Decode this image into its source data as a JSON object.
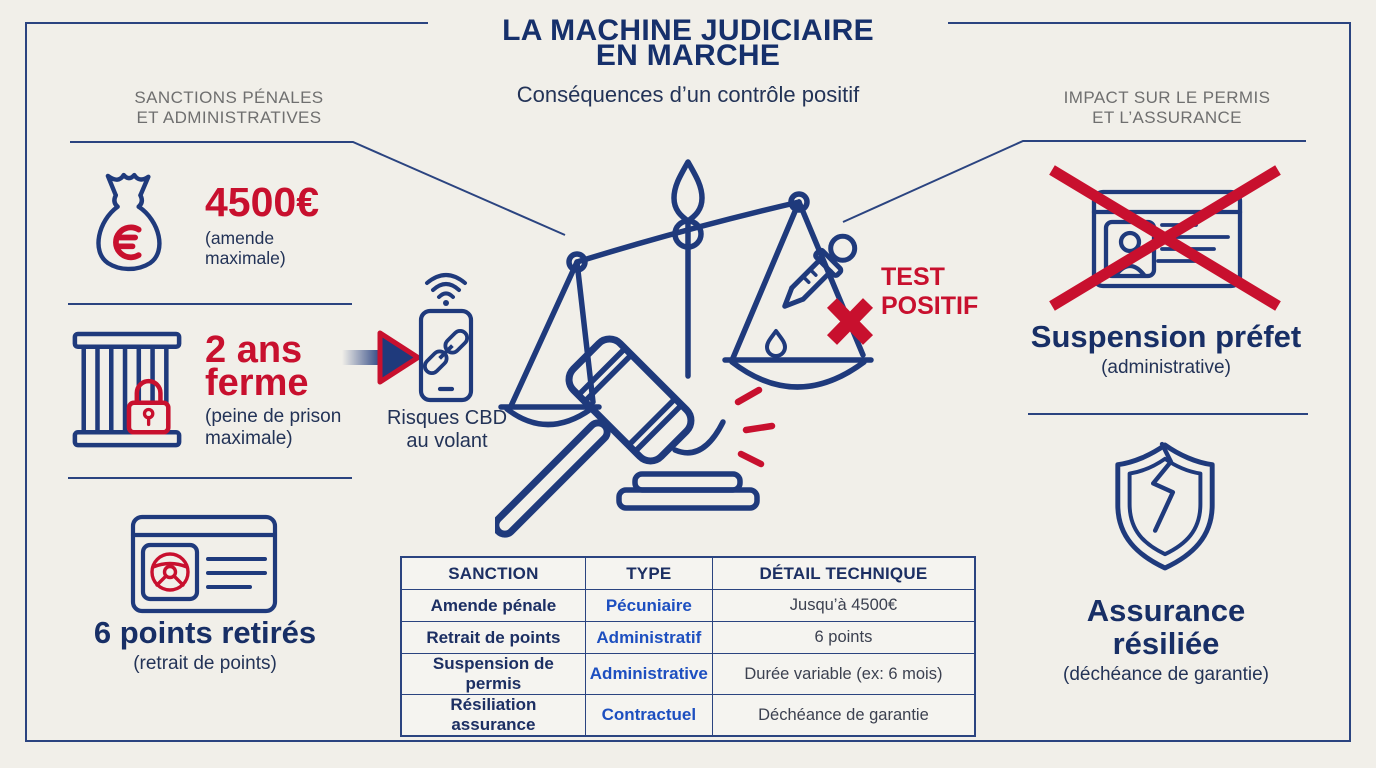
{
  "meta": {
    "kind": "road-safety infographic",
    "language": "fr"
  },
  "colors": {
    "background": "#f1efe9",
    "navy": "#1f3a7c",
    "dark_navy_text": "#182f66",
    "red": "#c8102e",
    "royal_blue": "#1d4fc0",
    "gray_header": "#6f6f6f",
    "frame_line": "#2b4480"
  },
  "title": {
    "line1": "LA MACHINE JUDICIAIRE",
    "line2": "EN MARCHE",
    "subtitle": "Conséquences d’un contrôle positif"
  },
  "left_section": {
    "header": {
      "line1": "SANCTIONS PÉNALES",
      "line2": "ET ADMINISTRATIVES"
    },
    "fine": {
      "amount": "4500€",
      "note_line1": "(amende",
      "note_line2": "maximale)"
    },
    "prison": {
      "term_line1": "2 ans",
      "term_line2": "ferme",
      "note_line1": "(peine de prison",
      "note_line2": "maximale)"
    },
    "points": {
      "headline": "6 points retirés",
      "note": "(retrait de points)"
    }
  },
  "center": {
    "phone_caption": {
      "line1": "Risques CBD",
      "line2": "au volant"
    },
    "test_result": {
      "line1": "TEST",
      "line2": "POSITIF"
    }
  },
  "right_section": {
    "header": {
      "line1": "IMPACT SUR LE PERMIS",
      "line2": "ET L’ASSURANCE"
    },
    "suspension": {
      "headline": "Suspension préfet",
      "note": "(administrative)"
    },
    "insurance": {
      "headline_line1": "Assurance",
      "headline_line2": "résiliée",
      "note": "(déchéance de garantie)"
    }
  },
  "table": {
    "headers": [
      "SANCTION",
      "TYPE",
      "DÉTAIL TECHNIQUE"
    ],
    "rows": [
      {
        "sanction": "Amende pénale",
        "type": "Pécuniaire",
        "detail": "Jusqu’à 4500€"
      },
      {
        "sanction": "Retrait de points",
        "type": "Administratif",
        "detail": "6 points"
      },
      {
        "sanction": "Suspension de permis",
        "type": "Administrative",
        "detail": "Durée variable (ex: 6 mois)"
      },
      {
        "sanction": "Résiliation assurance",
        "type": "Contractuel",
        "detail": "Déchéance de garantie"
      }
    ]
  },
  "icons": [
    "money-bag-icon",
    "euro-icon",
    "prison-bars-icon",
    "padlock-icon",
    "arrow-right-icon",
    "wifi-icon",
    "smartphone-icon",
    "chain-link-icon",
    "license-card-icon",
    "steering-wheel-icon",
    "scales-of-justice-icon",
    "gavel-icon",
    "dropper-icon",
    "drop-icon",
    "red-cross-icon",
    "crossed-license-icon",
    "person-icon",
    "broken-shield-icon"
  ]
}
